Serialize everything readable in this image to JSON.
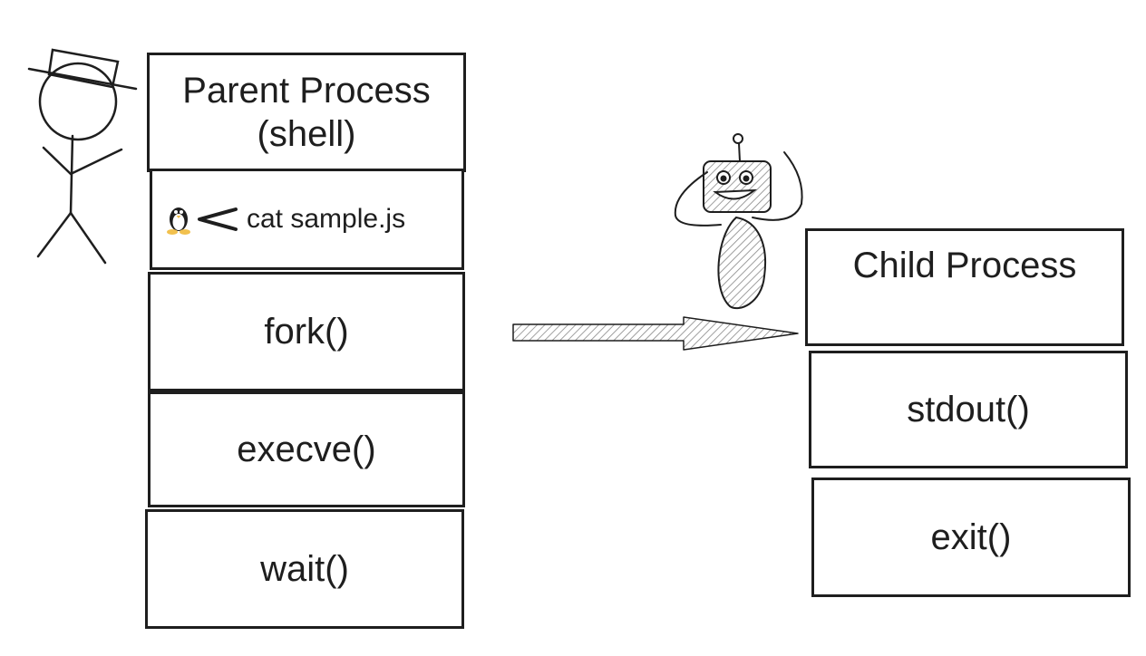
{
  "parent": {
    "title_line1": "Parent Process",
    "title_line2": "(shell)",
    "command": "cat sample.js",
    "steps": [
      "fork()",
      "execve()",
      "wait()"
    ]
  },
  "child": {
    "title": "Child Process",
    "steps": [
      "stdout()",
      "exit()"
    ]
  },
  "icons": {
    "person": "stick-figure-with-hat",
    "robot": "robot-icon",
    "linux": "tux-penguin-icon",
    "prompt": "less-than-prompt-icon",
    "arrow": "right-arrow"
  },
  "colors": {
    "stroke": "#1e1e1e",
    "hatch": "#888888",
    "penguin_feet": "#f2c14e"
  }
}
